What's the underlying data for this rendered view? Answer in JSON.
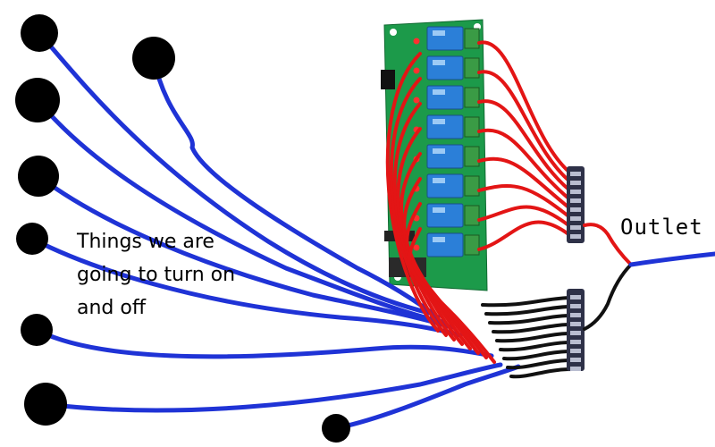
{
  "labels": {
    "devices": "Things we are\ngoing to turn on\nand off",
    "outlet": "Outlet"
  },
  "colors": {
    "load_wires": "#1f33d6",
    "relay_wires": "#e31515",
    "neutral_wires": "#111111",
    "relay_board": "#1c9a4a",
    "relay_module": "#2b7fd8",
    "terminal_strip": "#2e3148"
  },
  "components": {
    "devices": 8,
    "relays": 8,
    "terminal_blocks": 2
  }
}
